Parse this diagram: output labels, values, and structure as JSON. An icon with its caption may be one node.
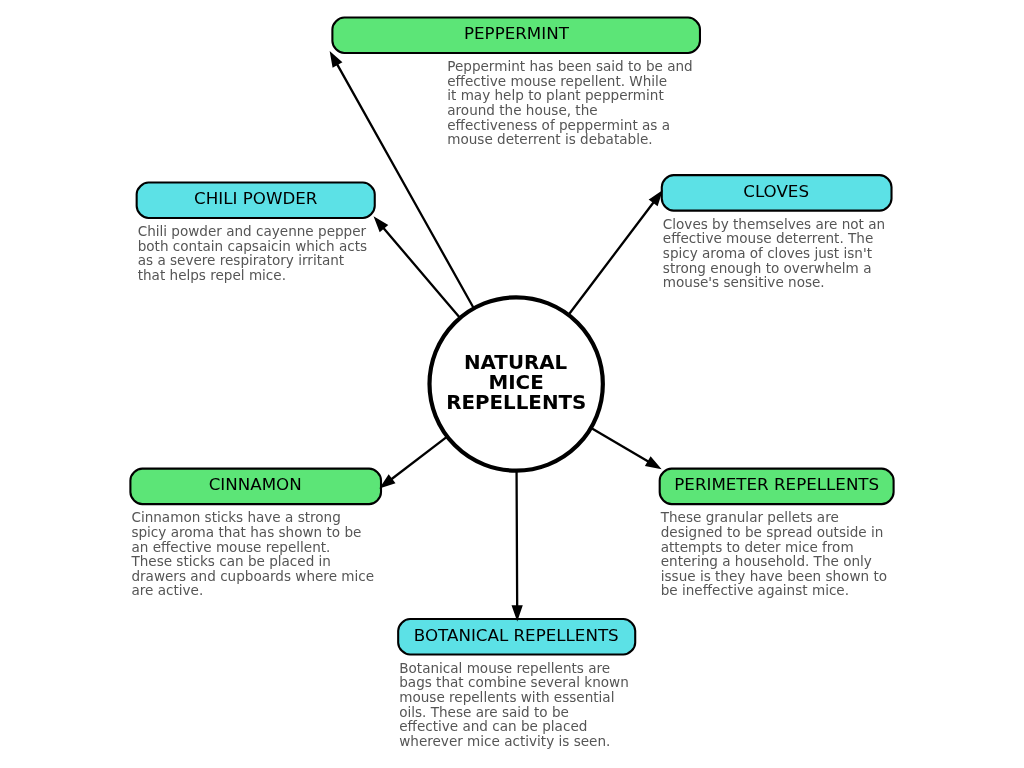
{
  "diagram": {
    "nodes": [
      {
        "text": [
          "NATURAL MICE REPELLENTS"
        ]
      },
      {
        "text": [
          "CHILI POWDER"
        ],
        "beside": [
          "Chili powder and cayenne pepper both contain capsaicin which acts as a severe respiratory irritant that helps repel mice."
        ]
      },
      {
        "text": [
          "PEPPERMINT"
        ],
        "beside": [
          "Peppermint has been said to be and effective mouse repellent. While it may help to plant peppermint around the house, the effectiveness of peppermint as a mouse deterrent is debatable."
        ]
      },
      {
        "text": [
          "CINNAMON"
        ],
        "beside": [
          "Cinnamon sticks have a strong spicy aroma that has shown to be an effective mouse repellent. These sticks can be placed in drawers and cupboards where mice are active."
        ]
      },
      {
        "text": [
          "CLOVES"
        ],
        "beside": [
          "Cloves by themselves are not an effective mouse deterrent. The spicy aroma of cloves just isn't strong enough to overwhelm a mouse's sensitive nose."
        ]
      },
      {
        "text": [
          "BOTANICAL REPELLENTS"
        ],
        "beside": [
          "Botanical mouse repellents are bags that combine several known mouse repellents with essential oils. These are said to be effective and can be placed wherever mice activity is seen."
        ]
      },
      {
        "text": [
          "PERIMETER REPELLENTS"
        ],
        "beside": [
          "These granular pellets are designed to be spread outside in attempts to deter mice from entering a household. The only issue is they have been shown to be ineffective against mice."
        ]
      }
    ],
    "edges": [
      {
        "from": 0,
        "to": 1,
        "arrow": "to"
      },
      {
        "from": 0,
        "to": 2,
        "arrow": "to"
      },
      {
        "from": 0,
        "to": 3,
        "arrow": "to"
      },
      {
        "from": 0,
        "to": 4,
        "arrow": "to"
      },
      {
        "from": 0,
        "to": 5,
        "arrow": "to"
      },
      {
        "from": 0,
        "to": 6,
        "arrow": "to"
      }
    ]
  }
}
